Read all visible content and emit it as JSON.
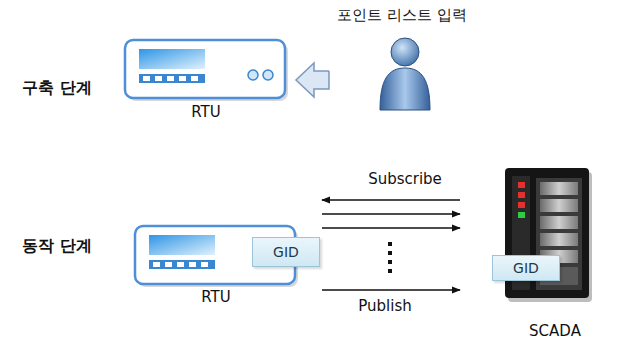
{
  "diagram": {
    "nodes": [
      {
        "text": [
          "RTU"
        ]
      },
      {
        "text": [
          "포인트 리스트 입력"
        ]
      },
      {
        "text": [
          "RTU"
        ]
      },
      {
        "text": [
          "GID"
        ],
        "in": 2
      },
      {
        "text": [
          "SCADA"
        ]
      },
      {
        "text": [
          "GID"
        ],
        "in": 4
      }
    ],
    "edges": [
      {
        "from": 1,
        "to": 0,
        "arrow": "to"
      },
      {
        "from": 4,
        "to": 2,
        "label": "Subscribe",
        "arrow": "to"
      },
      {
        "from": 2,
        "to": 4,
        "arrow": "to"
      },
      {
        "from": 2,
        "to": 4,
        "arrow": "to"
      },
      {
        "from": 2,
        "to": 4,
        "label": "Publish",
        "arrow": "to"
      }
    ],
    "labels": [
      "구축 단계",
      "동작 단계"
    ]
  }
}
